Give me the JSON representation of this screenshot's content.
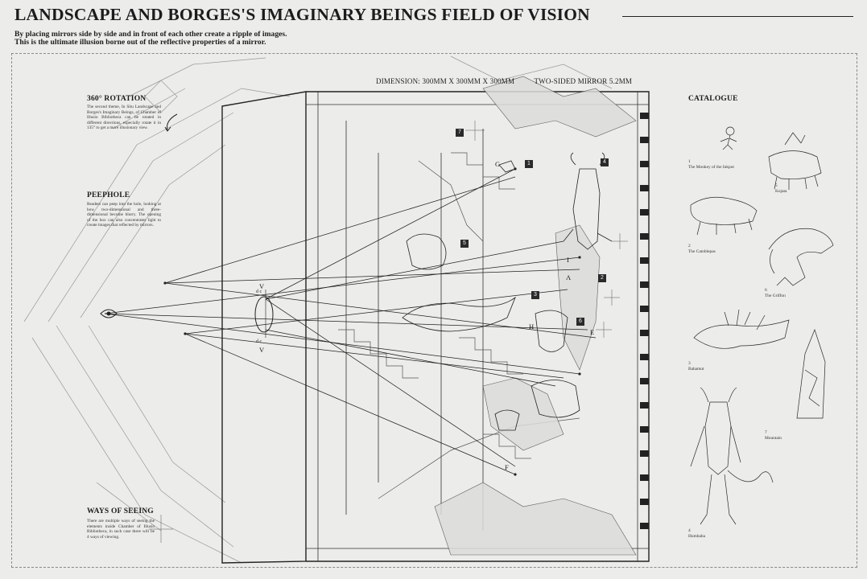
{
  "header": {
    "title": "LANDSCAPE AND BORGES'S IMAGINARY BEINGS FIELD OF VISION",
    "subtitle_line1": "By placing mirrors side by side and in front of each other create a ripple of images.",
    "subtitle_line2": "This is the ultimate illusion borne out of the reflective properties of a mirror."
  },
  "dimensions": {
    "size": "DIMENSION: 300MM X 300MM X 300MM",
    "mirror": "TWO-SIDED MIRROR  5.2MM"
  },
  "sections": {
    "rotation": {
      "heading": "360° ROTATION",
      "body": "The second theme, In Situ Landscape and Borges's Imaginary Beings, of Chamber of Illusio Bibliotheca can be rotated in different directions, especially rotate it in 135° to get a more illusionary view."
    },
    "peephole": {
      "heading": "PEEPHOLE",
      "body": "Readers can peep into the hole, looking at how two-dimensional and three-dimensional become blurry. The opening of the box can also concentrates light to create images that reflected by mirrors."
    },
    "ways": {
      "heading": "WAYS OF SEEING",
      "body": "There are multiple ways of seeing the elements inside Chamber of Illusio Bibliotheca, in such case there will be 4 ways of viewing."
    }
  },
  "catalogue": {
    "heading": "CATALOGUE",
    "items": [
      {
        "num": "1",
        "name": "The Monkey of the Inkpot"
      },
      {
        "num": "5",
        "name": "Kujata"
      },
      {
        "num": "2",
        "name": "The Catoblepas"
      },
      {
        "num": "6",
        "name": "The Griffon"
      },
      {
        "num": "3",
        "name": "Bahamut"
      },
      {
        "num": "7",
        "name": "Mountain"
      },
      {
        "num": "4",
        "name": "Humbaba"
      }
    ]
  },
  "markers": [
    "1",
    "2",
    "3",
    "4",
    "5",
    "6",
    "7"
  ],
  "letters": [
    "G",
    "I",
    "A",
    "H",
    "E",
    "F"
  ],
  "eye_labels": {
    "top_v": "V",
    "top_dc": "d c",
    "bottom_dc": "d c",
    "bottom_v": "V"
  },
  "colors": {
    "ink": "#1c1c1c",
    "paper": "#ececea",
    "badge": "#2a2a2a"
  }
}
